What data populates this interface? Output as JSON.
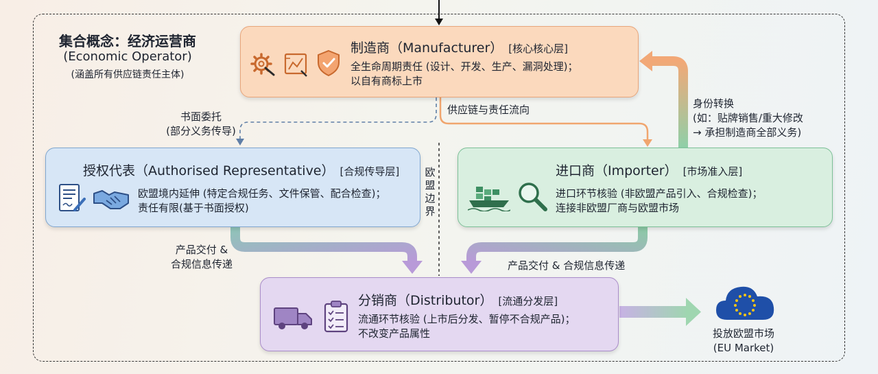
{
  "scope": {
    "title": "集合概念：经济运营商",
    "subtitle": "(Economic Operator)",
    "note": "(涵盖所有供应链责任主体)"
  },
  "manufacturer": {
    "title": "制造商（Manufacturer）",
    "tag": "[核心核心层]",
    "desc_line1": "全生命周期责任 (设计、开发、生产、漏洞处理)；",
    "desc_line2": "以自有商标上市",
    "icons": [
      "gear-wrench-icon",
      "blueprint-icon",
      "shield-check-icon"
    ]
  },
  "authorised_representative": {
    "title": "授权代表（Authorised Representative）",
    "tag": "[合规传导层]",
    "desc_line1": "欧盟境内延伸 (特定合规任务、文件保管、配合检查)；",
    "desc_line2": "责任有限(基于书面授权)",
    "icons": [
      "document-sign-icon",
      "handshake-icon"
    ]
  },
  "importer": {
    "title": "进口商（Importer）",
    "tag": "[市场准入层]",
    "desc_line1": "进口环节核验 (非欧盟产品引入、合规检查)；",
    "desc_line2": "连接非欧盟厂商与欧盟市场",
    "icons": [
      "cargo-ship-icon",
      "magnifier-icon"
    ]
  },
  "distributor": {
    "title": "分销商（Distributor）",
    "tag": "[流通分发层]",
    "desc_line1": "流通环节核验 (上市后分发、暂停不合规产品)；",
    "desc_line2": "不改变产品属性",
    "icons": [
      "truck-icon",
      "clipboard-checklist-icon"
    ]
  },
  "flows": {
    "written_mandate_line1": "书面委托",
    "written_mandate_line2": "(部分义务传导)",
    "supply_chain": "供应链与责任流向",
    "role_switch_line1": "身份转换",
    "role_switch_line2": "(如：贴牌销售/重大修改",
    "role_switch_line3": "→ 承担制造商全部义务)",
    "delivery_left_line1": "产品交付 &",
    "delivery_left_line2": "合规信息传递",
    "delivery_right": "产品交付 & 合规信息传递"
  },
  "eu_border": [
    "欧",
    "盟",
    "边",
    "界"
  ],
  "eu_market": {
    "line1": "投放欧盟市场",
    "line2": "(EU Market)",
    "icon": "eu-cloud-icon"
  },
  "colors": {
    "manufacturer_fill": "#fbd9bd",
    "ar_fill": "#d7e6f6",
    "importer_fill": "#d9efe0",
    "distributor_fill": "#e4d8f1",
    "orange_flow": "#f0a56e",
    "eu_blue": "#1f4fa8",
    "eu_star": "#f5c518"
  }
}
